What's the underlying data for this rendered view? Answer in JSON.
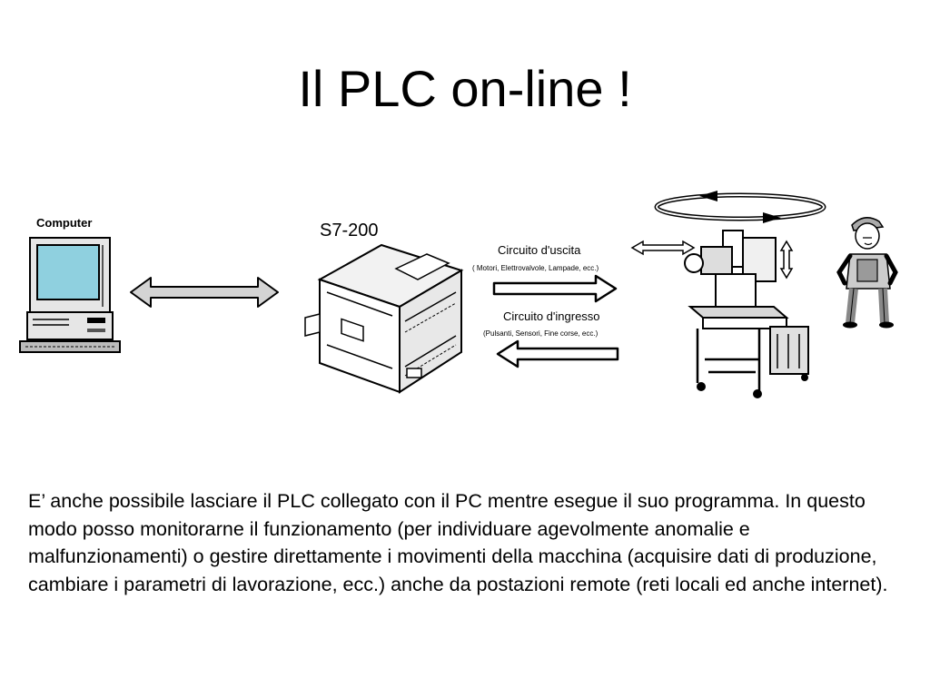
{
  "slide": {
    "title": "Il PLC  on-line !",
    "body": "E’ anche possibile lasciare il PLC collegato con il PC mentre esegue il suo programma. In questo modo posso monitorarne il funzionamento (per individuare agevolmente anomalie e malfunzionamenti) o gestire direttamente i movimenti della macchina (acquisire dati di produzione, cambiare i parametri di lavorazione, ecc.) anche da postazioni remote (reti locali ed anche internet)."
  },
  "diagram": {
    "computer_label": "Computer",
    "plc_label": "S7-200",
    "output_circuit": {
      "label": "Circuito d'uscita",
      "detail": "( Motori, Elettrovalvole, Lampade, ecc.)"
    },
    "input_circuit": {
      "label": "Circuito d'ingresso",
      "detail": "(Pulsanti, Sensori, Fine corse, ecc.)"
    }
  },
  "colors": {
    "screen": "#8fd0df",
    "arrow_fill": "#d4d4d4",
    "line": "#000000"
  }
}
